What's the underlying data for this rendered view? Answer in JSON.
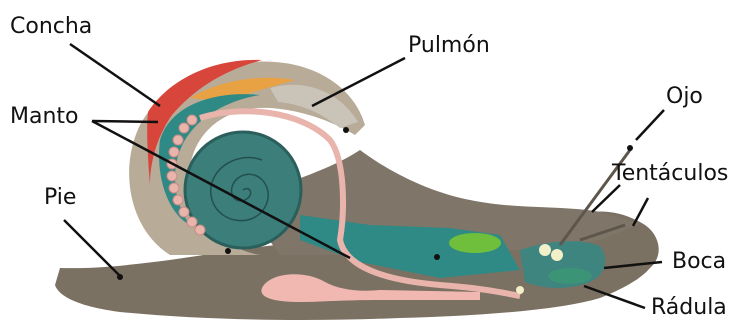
{
  "labels": {
    "concha": "Concha",
    "pulmon": "Pulmón",
    "manto": "Manto",
    "pie": "Pie",
    "ojo": "Ojo",
    "tentaculos": "Tentáculos",
    "boca": "Boca",
    "radula": "Rádula"
  },
  "colors": {
    "body": "#7b7163",
    "shell_outer": "#b8ab98",
    "shell_rim": "#d8453a",
    "orange_band": "#e8a243",
    "lung": "#c9c3b8",
    "mantle": "#2f8a86",
    "spiral": "#3b7e7a",
    "gut": "#e8b4ac",
    "digestive_gland": "#6fbf3c",
    "ganglia": "#f2f0c8",
    "line": "#111111"
  }
}
